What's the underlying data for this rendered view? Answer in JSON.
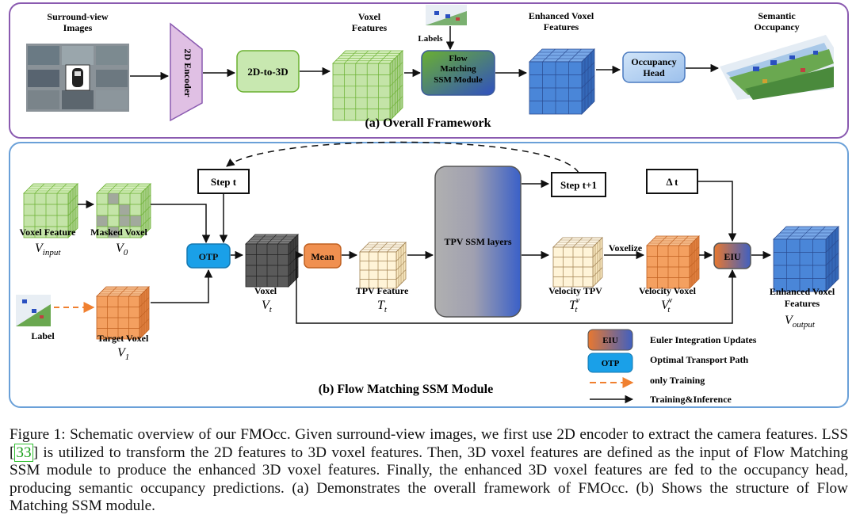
{
  "panel_a": {
    "title": "(a) Overall Framework",
    "surround_label": [
      "Surround-view",
      "Images"
    ],
    "encoder_label": "2D Encoder",
    "lift_label": "2D-to-3D",
    "voxel_features_label": [
      "Voxel",
      "Features"
    ],
    "labels_label": "Labels",
    "fm_module_label": [
      "Flow",
      "Matching",
      "SSM Module"
    ],
    "enhanced_label": [
      "Enhanced Voxel",
      "Features"
    ],
    "occ_head_label": [
      "Occupancy",
      "Head"
    ],
    "semantic_label": [
      "Semantic",
      "Occupancy"
    ]
  },
  "panel_b": {
    "title": "(b) Flow Matching SSM Module",
    "voxel_feature_label": "Voxel Feature",
    "v_input_sym": "V",
    "v_input_sub": "input",
    "masked_voxel_label": "Masked Voxel",
    "v0_sym": "V",
    "v0_sub": "0",
    "label_label": "Label",
    "target_voxel_label": "Target Voxel",
    "v1_sym": "V",
    "v1_sub": "1",
    "step_t": "Step t",
    "step_t1": "Step t+1",
    "delta_t": "Δ t",
    "otp": "OTP",
    "voxel_label": "Voxel",
    "vt_sym": "V",
    "vt_sub": "t",
    "mean": "Mean",
    "tpv_feature_label": "TPV Feature",
    "tt_sym": "T",
    "tt_sub": "t",
    "ssm_label": "TPV  SSM layers",
    "velocity_tpv_label": "Velocity  TPV",
    "ttv_sym": "T",
    "ttv_sub": "t",
    "ttv_sup": "v",
    "voxelize": "Voxelize",
    "velocity_voxel_label": "Velocity Voxel",
    "vtv_sym": "V",
    "vtv_sub": "t",
    "vtv_sup": "v",
    "eiu": "EIU",
    "enhanced_label": [
      "Enhanced Voxel",
      "Features"
    ],
    "v_output_sym": "V",
    "v_output_sub": "output",
    "legend": {
      "eiu": "EIU",
      "eiu_desc": "Euler Integration Updates",
      "otp": "OTP",
      "otp_desc": "Optimal Transport Path",
      "only_training": "only Training",
      "train_infer": "Training&Inference"
    }
  },
  "colors": {
    "panel_a_border": "#8a5ab0",
    "panel_b_border": "#6aa0d8",
    "green_cube": "#b8dca0",
    "blue_cube": "#4a80d0",
    "orange_cube": "#f4a060",
    "otp": "#1aa0e8",
    "eiu": "#e07840"
  },
  "caption": {
    "part1": "Figure 1: Schematic overview of our FMOcc. Given surround-view images, we first use 2D encoder to extract the camera features. LSS [",
    "ref": "33",
    "part2": "] is utilized to transform the 2D features to 3D voxel features. Then, 3D voxel features are defined as the input of Flow Matching SSM module to produce the enhanced 3D voxel features. Finally, the enhanced 3D voxel features are fed to the occupancy head, producing semantic occupancy predictions. (a) Demonstrates the overall framework of FMOcc. (b) Shows the structure of Flow Matching SSM module."
  }
}
